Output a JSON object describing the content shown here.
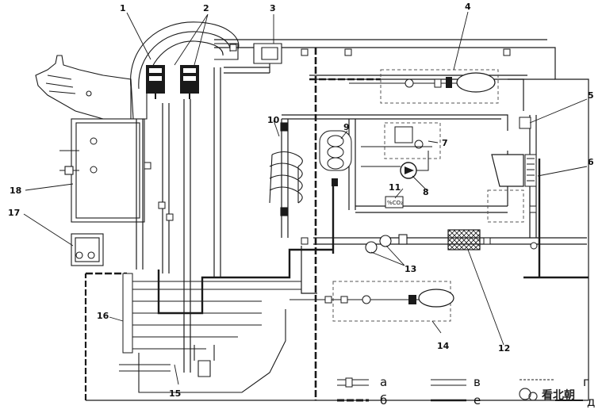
{
  "labels": {
    "n1": "1",
    "n2": "2",
    "n3": "3",
    "n4": "4",
    "n5": "5",
    "n6": "6",
    "n7": "7",
    "n8": "8",
    "n9": "9",
    "n10": "10",
    "n11": "11",
    "n12": "12",
    "n13": "13",
    "n14": "14",
    "n15": "15",
    "n16": "16",
    "n17": "17",
    "n18": "18"
  },
  "legend": {
    "a": "а",
    "b": "б",
    "v": "в",
    "e": "е",
    "g": "г",
    "d": "д"
  },
  "inline_text": {
    "co2": "%CO₂"
  },
  "watermark": {
    "text": "看北朝"
  },
  "colors": {
    "line": "#1a1a1a",
    "dashed_box": "#555555",
    "background": "#ffffff"
  }
}
